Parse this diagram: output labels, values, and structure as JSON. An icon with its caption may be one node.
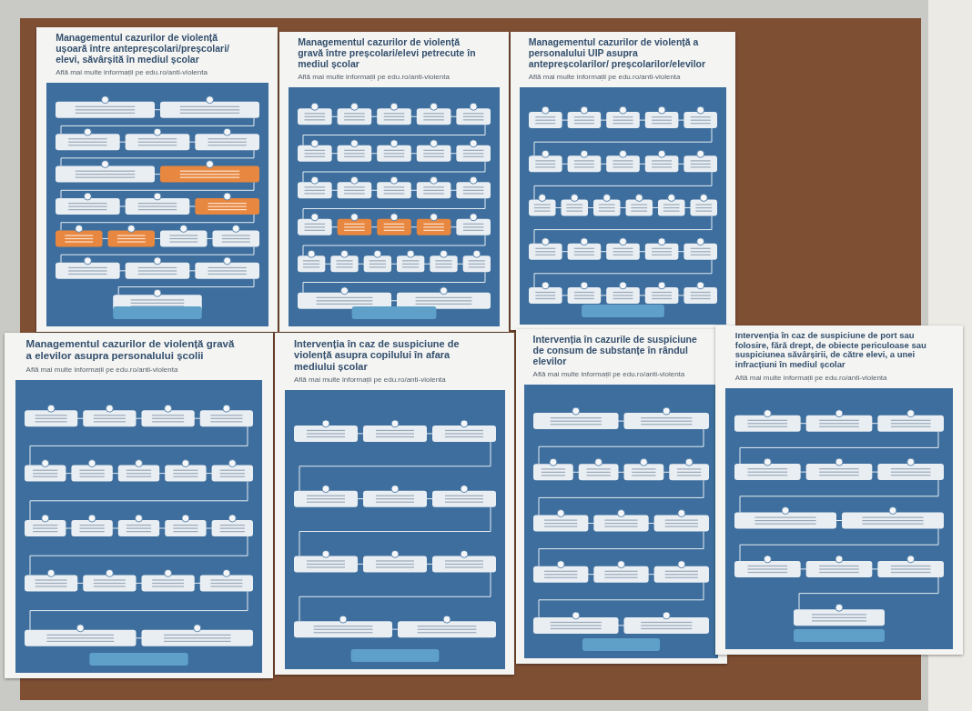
{
  "diagram": {
    "nodes": [
      {
        "text": [
          "Managementul cazurilor de violență ușoară între antepreșcolari/preșcolari/ elevi, săvârșită în mediul școlar",
          "Află mai multe informații pe edu.ro/anti-violenta"
        ]
      },
      {
        "text": [
          "Managementul cazurilor de violență gravă între preșcolari/elevi petrecute în mediul școlar",
          "Află mai multe informații pe edu.ro/anti-violenta"
        ]
      },
      {
        "text": [
          "Managementul cazurilor de violență a personalului UIP asupra antepreșcolarilor/ preșcolarilor/elevilor",
          "Află mai multe informații pe edu.ro/anti-violenta"
        ]
      },
      {
        "text": [
          "Managementul cazurilor de violență gravă a elevilor asupra personalului școlii",
          "Află mai multe informații pe edu.ro/anti-violenta"
        ]
      },
      {
        "text": [
          "Intervenția în caz de suspiciune de violență asupra copilului în afara mediului școlar",
          "Află mai multe informații pe edu.ro/anti-violenta"
        ]
      },
      {
        "text": [
          "Intervenția în cazurile de suspiciune de consum de substanțe în rândul elevilor",
          "Află mai multe informații pe edu.ro/anti-violenta"
        ]
      },
      {
        "text": [
          "Intervenția în caz de suspiciune de port sau folosire, fără drept, de obiecte periculoase sau suspiciunea săvârșirii, de către elevi, a unei infracțiuni în mediul școlar",
          "Află mai multe informații pe edu.ro/anti-violenta"
        ]
      }
    ]
  }
}
